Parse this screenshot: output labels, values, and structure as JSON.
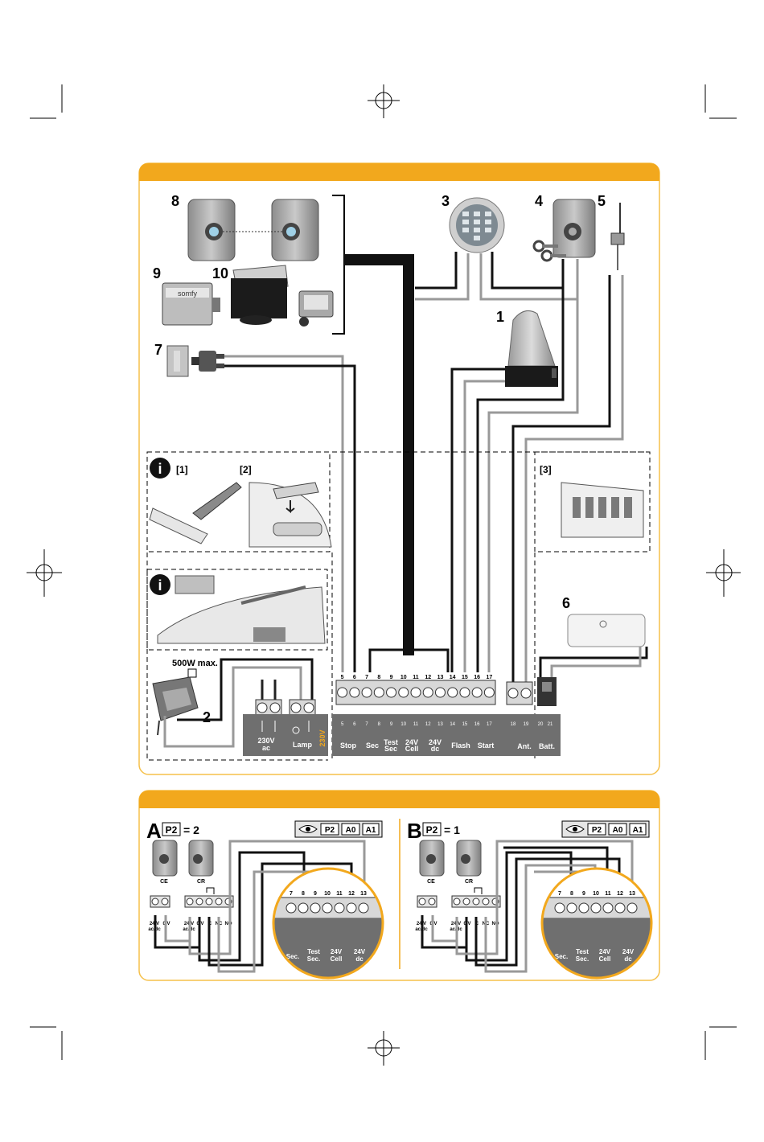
{
  "colors": {
    "accent": "#f2a81d",
    "panel_border": "#f5c04a",
    "terminal_block": "#6f6f6f",
    "wire_dark": "#111111",
    "wire_grey": "#9a9a9a"
  },
  "top_panel": {
    "component_numbers": {
      "n8": "8",
      "n3": "3",
      "n4": "4",
      "n5": "5",
      "n9": "9",
      "n10": "10",
      "n7": "7",
      "n1": "1",
      "n6": "6",
      "n2": "2"
    },
    "info_labels": {
      "i1": "[1]",
      "i2": "[2]",
      "i3": "[3]"
    },
    "lamp_rating": "500W max.",
    "brand": "somfy",
    "terminals": {
      "numbers": [
        "5",
        "6",
        "7",
        "8",
        "9",
        "10",
        "11",
        "12",
        "13",
        "14",
        "15",
        "16",
        "17"
      ],
      "numbers_right": [
        "18",
        "19"
      ],
      "numbers_batt": [
        "20",
        "21"
      ]
    },
    "block_labels": {
      "v230": "230V",
      "ac230a": "230V",
      "ac230b": "ac",
      "lamp": "Lamp",
      "stop": "Stop",
      "sec": "Sec",
      "test1": "Test",
      "test2": "Sec",
      "cell1": "24V",
      "cell2": "Cell",
      "dc1": "24V",
      "dc2": "dc",
      "flash": "Flash",
      "start": "Start",
      "ant": "Ant.",
      "batt": "Batt."
    }
  },
  "bottom_panel": {
    "section_a": {
      "letter": "A",
      "param": "P2",
      "equals": "= 2",
      "display": [
        "P2",
        "A0",
        "A1"
      ]
    },
    "section_b": {
      "letter": "B",
      "param": "P2",
      "equals": "= 1",
      "display": [
        "P2",
        "A0",
        "A1"
      ]
    },
    "cell_labels": {
      "ce": "CE",
      "cr": "CR"
    },
    "ce_terminals": {
      "t1": "24 V",
      "t1b": "ac/dc",
      "t2": "0 V"
    },
    "cr_terminals": {
      "t1": "24 V",
      "t1b": "ac/dc",
      "t2": "0 V",
      "t3": "C",
      "t4": "NC",
      "t5": "NO"
    },
    "zoom_terminals": [
      "7",
      "8",
      "9",
      "10",
      "11",
      "12",
      "13"
    ],
    "zoom_labels": {
      "sec": "Sec.",
      "test1": "Test",
      "test2": "Sec.",
      "cell1": "24V",
      "cell2": "Cell",
      "dc1": "24V",
      "dc2": "dc"
    }
  }
}
